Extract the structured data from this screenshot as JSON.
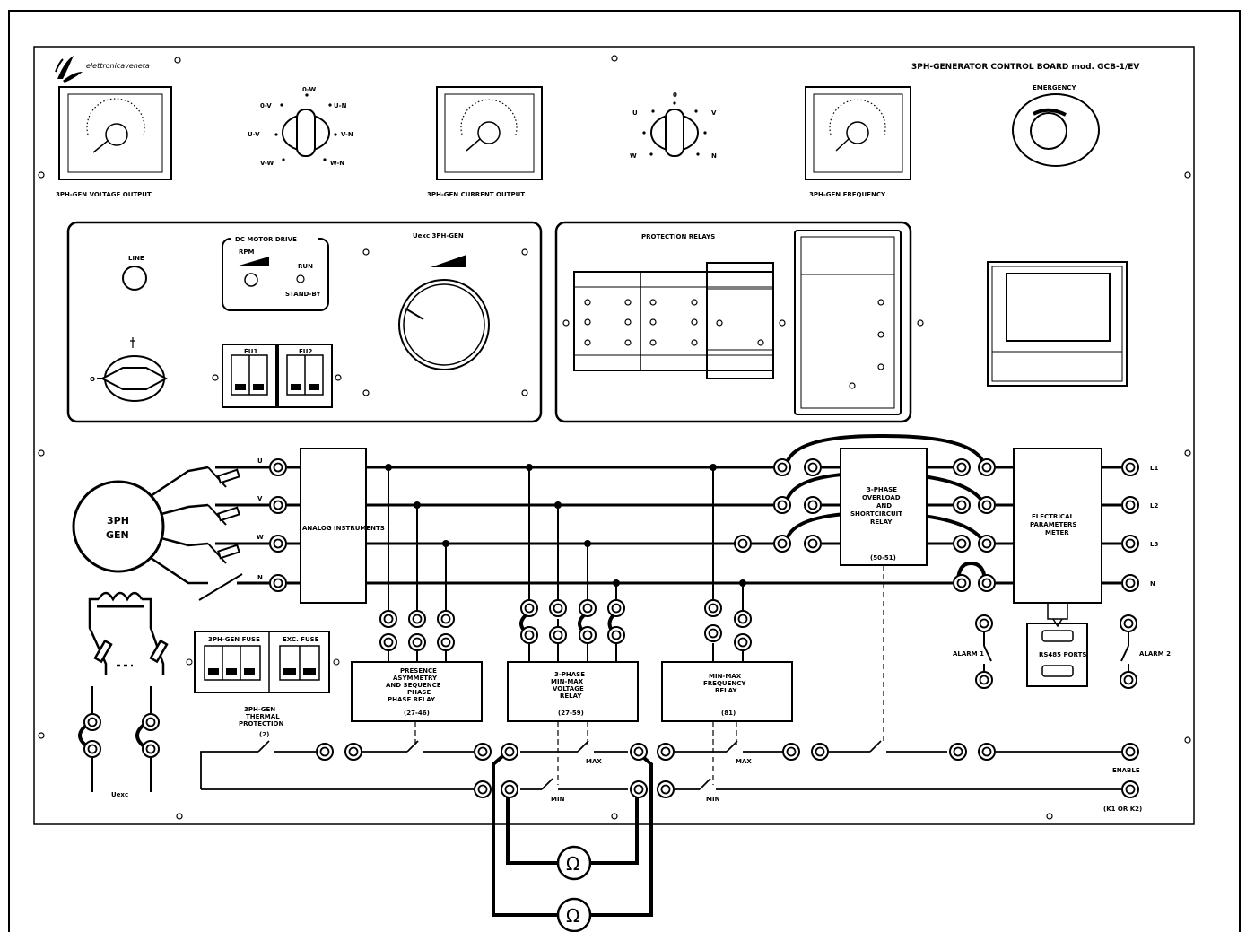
{
  "header": {
    "brand": "elettronicaveneta",
    "title": "3PH-GENERATOR CONTROL BOARD mod. GCB-1/EV"
  },
  "meters": {
    "voltage": "3PH-GEN VOLTAGE OUTPUT",
    "current": "3PH-GEN CURRENT OUTPUT",
    "frequency": "3PH-GEN FREQUENCY"
  },
  "voltage_selector": [
    "0-V",
    "U-V",
    "V-W",
    "U-N",
    "V-N",
    "W-N",
    "0-W"
  ],
  "current_selector": [
    "0",
    "U",
    "V",
    "W",
    "N"
  ],
  "emergency": "EMERGENCY",
  "drive_panel": {
    "line": "LINE",
    "motor_drive": "DC MOTOR DRIVE",
    "rpm": "RPM",
    "run": "RUN",
    "stand_by": "STAND-BY",
    "fuse1": "FU1",
    "fuse2": "FU2",
    "uexc": "Uexc 3PH-GEN"
  },
  "relays_panel": {
    "title": "PROTECTION RELAYS"
  },
  "generator": {
    "line1": "3PH",
    "line2": "GEN"
  },
  "phases": [
    "U",
    "V",
    "W",
    "N"
  ],
  "outputs": [
    "L1",
    "L2",
    "L3",
    "N"
  ],
  "analog_instruments": "ANALOG INSTRUMENTS",
  "overload_relay": [
    "3-PHASE",
    "OVERLOAD",
    "AND",
    "SHORTCIRCUIT",
    "RELAY",
    "(50-51)"
  ],
  "electrical_meter": [
    "ELECTRICAL",
    "PARAMETERS",
    "METER"
  ],
  "fuse_box": {
    "gen": "3PH-GEN FUSE",
    "exc": "EXC. FUSE"
  },
  "relay_presence": [
    "PRESENCE",
    "ASYMMETRY",
    "AND SEQUENCE",
    "PHASE",
    "PHASE RELAY",
    "(27-46)"
  ],
  "relay_voltage": [
    "3-PHASE",
    "MIN-MAX",
    "VOLTAGE",
    "RELAY",
    "(27-59)"
  ],
  "relay_frequency": [
    "MIN-MAX",
    "FREQUENCY",
    "RELAY",
    "(81)"
  ],
  "thermal": [
    "3PH-GEN",
    "THERMAL",
    "PROTECTION"
  ],
  "thermal_code": "(2)",
  "uexc_bottom": "Uexc",
  "alarm1": "ALARM 1",
  "alarm2": "ALARM 2",
  "rs485": "RS485 PORTS",
  "labels": {
    "min": "MIN",
    "max": "MAX",
    "enable": "ENABLE",
    "k1k2": "(K1 OR K2)"
  },
  "ohm": "Ω"
}
